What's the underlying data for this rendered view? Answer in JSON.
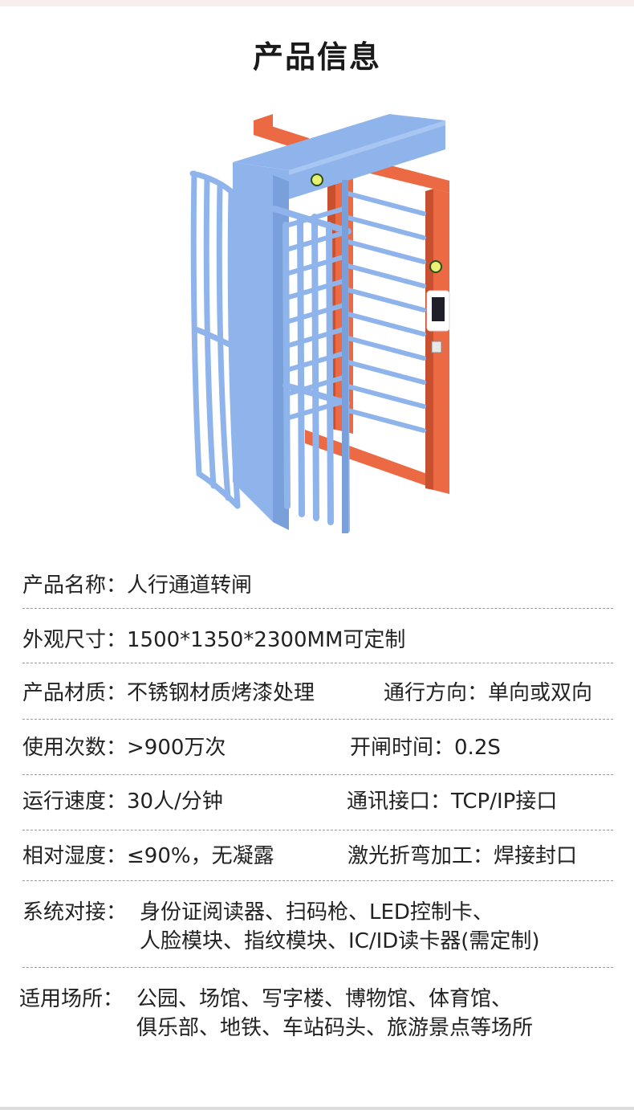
{
  "page": {
    "title": "产品信息"
  },
  "colors": {
    "frame_blue": "#8fb4ec",
    "frame_orange": "#ec6a43",
    "text": "#222222"
  },
  "specs": {
    "name": {
      "label": "产品名称：",
      "value": "人行通道转闸"
    },
    "size": {
      "label": "外观尺寸：",
      "value": "1500*1350*2300MM可定制"
    },
    "material": {
      "label": "产品材质：",
      "value": "不锈钢材质烤漆处理"
    },
    "direction": {
      "label": "通行方向：",
      "value": "单向或双向"
    },
    "uses": {
      "label": "使用次数：",
      "value": ">900万次"
    },
    "open_time": {
      "label": "开闸时间：",
      "value": "0.2S"
    },
    "speed": {
      "label": "运行速度：",
      "value": "30人/分钟"
    },
    "interface": {
      "label": "通讯接口：",
      "value": "TCP/IP接口"
    },
    "humidity": {
      "label": "相对湿度：",
      "value": "≤90%，无凝露"
    },
    "process": {
      "label": "激光折弯加工：",
      "value": "焊接封口"
    },
    "system": {
      "label": "系统对接：",
      "line1": "身份证阅读器、扫码枪、LED控制卡、",
      "line2": "人脸模块、指纹模块、IC/ID读卡器(需定制)"
    },
    "places": {
      "label": "适用场所：",
      "line1": "公园、场馆、写字楼、博物馆、体育馆、",
      "line2": "俱乐部、地铁、车站码头、旅游景点等场所"
    }
  }
}
